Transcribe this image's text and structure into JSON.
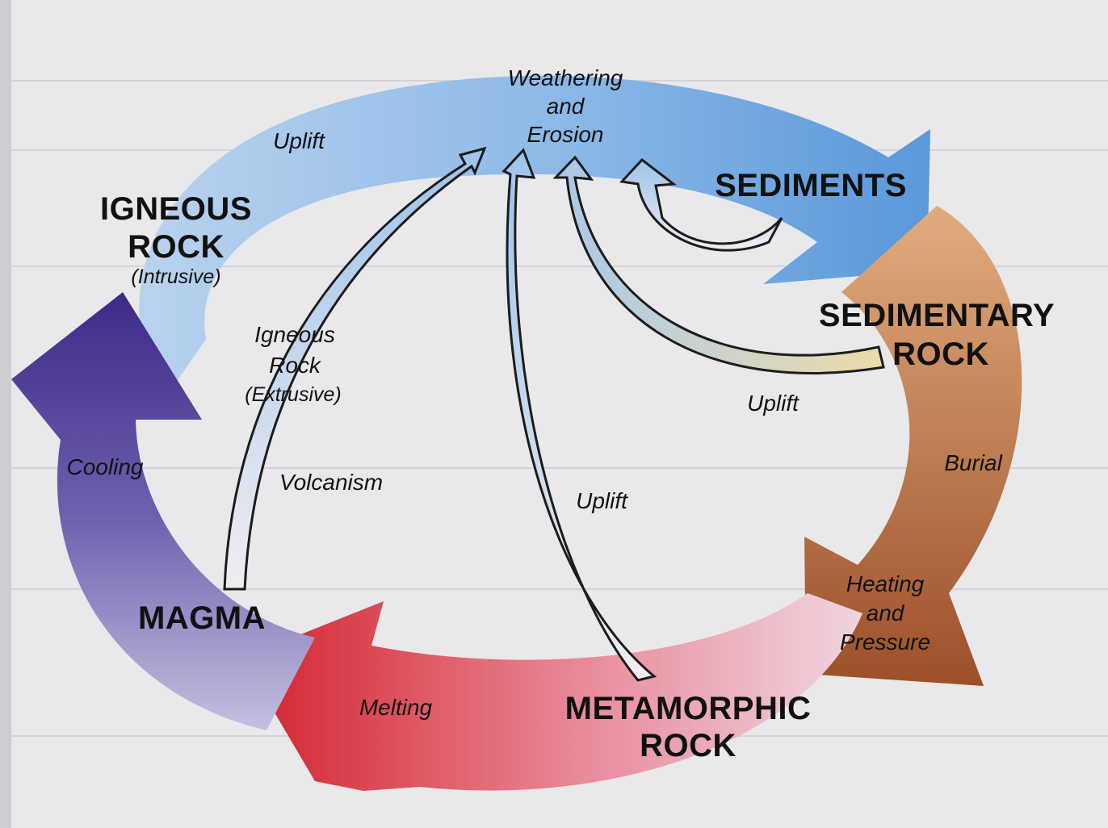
{
  "rocks": {
    "igneous_intrusive_line1": "IGNEOUS",
    "igneous_intrusive_line2": "ROCK",
    "igneous_intrusive_sub": "(Intrusive)",
    "sediments": "SEDIMENTS",
    "sedimentary_line1": "SEDIMENTARY",
    "sedimentary_line2": "ROCK",
    "metamorphic_line1": "METAMORPHIC",
    "metamorphic_line2": "ROCK",
    "magma": "MAGMA",
    "igneous_extrusive_line1": "Igneous",
    "igneous_extrusive_line2": "Rock",
    "igneous_extrusive_sub": "(Extrusive)"
  },
  "processes": {
    "weathering_line1": "Weathering",
    "weathering_line2": "and",
    "weathering_line3": "Erosion",
    "uplift_top_left": "Uplift",
    "uplift_right": "Uplift",
    "uplift_center": "Uplift",
    "burial": "Burial",
    "heating_line1": "Heating",
    "heating_line2": "and",
    "heating_line3": "Pressure",
    "melting": "Melting",
    "cooling": "Cooling",
    "volcanism": "Volcanism"
  },
  "colors": {
    "page_background": "#e9e8ea",
    "blue_arrow": "#7fb0e2",
    "brown_arrow": "#b0643a",
    "red_arrow": "#d7262e",
    "purple_arrow": "#4b3793",
    "uplift_arrow_fill": "#dfe6f0"
  }
}
